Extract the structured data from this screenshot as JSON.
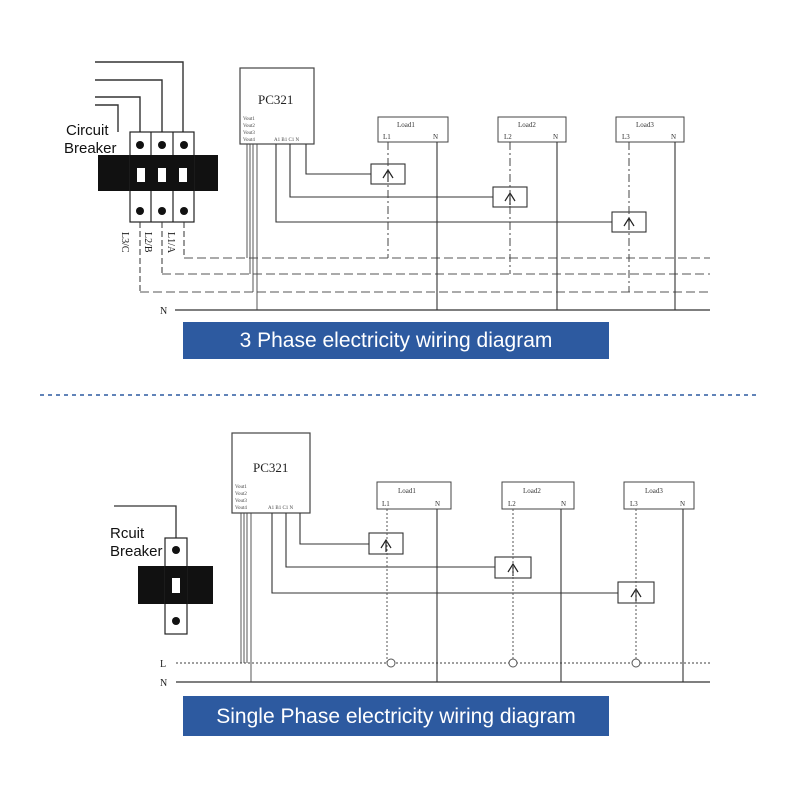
{
  "three_phase": {
    "breaker_label_line1": "Circuit",
    "breaker_label_line2": "Breaker",
    "device_name": "PC321",
    "device_pins": [
      "Vout1",
      "Vout2",
      "Vout3",
      "Vout4"
    ],
    "device_terminals": "A1 B1 C1 N",
    "phase_labels": [
      "L3/C",
      "L2/B",
      "L1/A"
    ],
    "neutral_label": "N",
    "loads": [
      {
        "name": "Load1",
        "phase": "L1",
        "neutral": "N"
      },
      {
        "name": "Load2",
        "phase": "L2",
        "neutral": "N"
      },
      {
        "name": "Load3",
        "phase": "L3",
        "neutral": "N"
      }
    ],
    "banner": "3 Phase electricity wiring diagram"
  },
  "single_phase": {
    "breaker_label_line1": "Rcuit",
    "breaker_label_line2": "Breaker",
    "device_name": "PC321",
    "device_pins": [
      "Vout1",
      "Vout2",
      "Vout3",
      "Vout4"
    ],
    "device_terminals": "A1 B1 C1 N",
    "line_label": "L",
    "neutral_label": "N",
    "loads": [
      {
        "name": "Load1",
        "phase": "L1",
        "neutral": "N"
      },
      {
        "name": "Load2",
        "phase": "L2",
        "neutral": "N"
      },
      {
        "name": "Load3",
        "phase": "L3",
        "neutral": "N"
      }
    ],
    "banner": "Single Phase electricity wiring diagram"
  },
  "colors": {
    "banner": "#2d5aa0",
    "separator": "#2d5aa0",
    "wire": "#333333",
    "breaker_body": "#111111"
  }
}
